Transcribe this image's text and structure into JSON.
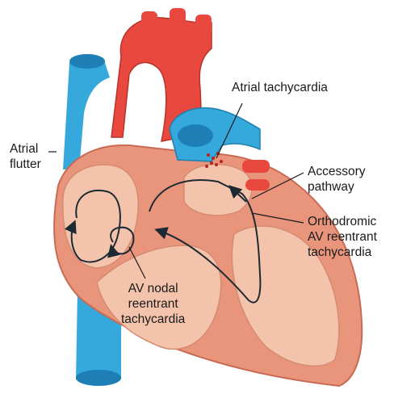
{
  "labels": {
    "atrial_tachycardia": "Atrial tachycardia",
    "atrial_flutter": [
      "Atrial",
      "flutter"
    ],
    "accessory_pathway": [
      "Accessory",
      "pathway"
    ],
    "orthodromic": [
      "Orthodromic",
      "AV reentrant",
      "tachycardia"
    ],
    "av_nodal": [
      "AV nodal",
      "reentrant",
      "tachycardia"
    ]
  },
  "colors": {
    "aorta": "#e8483e",
    "vena_cava": "#35a8dc",
    "myocardium": "#e9957c",
    "chamber": "#f3c3ac",
    "arrow": "#1d2a33",
    "focus_dots": "#b3251f"
  }
}
